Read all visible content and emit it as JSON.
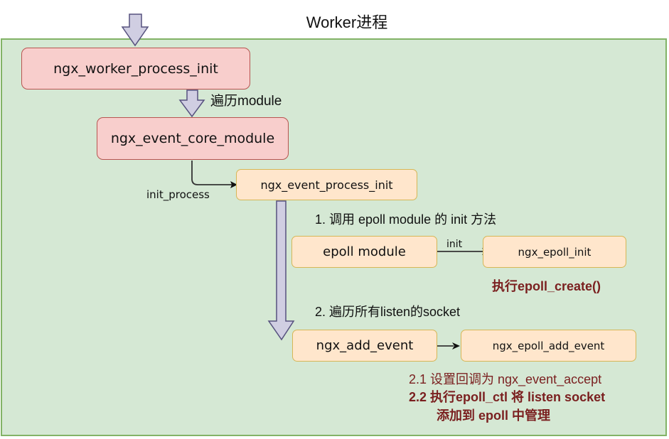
{
  "title": "Worker进程",
  "nodes": {
    "worker_process_init": "ngx_worker_process_init",
    "event_core_module": "ngx_event_core_module",
    "event_process_init": "ngx_event_process_init",
    "epoll_module": "epoll module",
    "epoll_init": "ngx_epoll_init",
    "add_event": "ngx_add_event",
    "epoll_add_event": "ngx_epoll_add_event"
  },
  "labels": {
    "iterate_module": "遍历module",
    "init_process": "init_process",
    "step1": "1. 调用 epoll module 的 init 方法",
    "init_edge": "init",
    "epoll_create": "执行epoll_create()",
    "step2": "2. 遍历所有listen的socket",
    "step2_1": "2.1 设置回调为 ngx_event_accept",
    "step2_2_line1": "2.2 执行epoll_ctl 将 listen socket",
    "step2_2_line2": "添加到 epoll 中管理"
  },
  "colors": {
    "container_fill": "#d5e8d4",
    "container_border": "#82b366",
    "red_node_fill": "#f8cecc",
    "red_node_border": "#b85450",
    "orange_node_fill": "#ffe6cc",
    "orange_node_border": "#d6b656",
    "arrow_fill": "#d0cee2",
    "arrow_border": "#56517e",
    "annotation_text": "#7a1f1f"
  }
}
